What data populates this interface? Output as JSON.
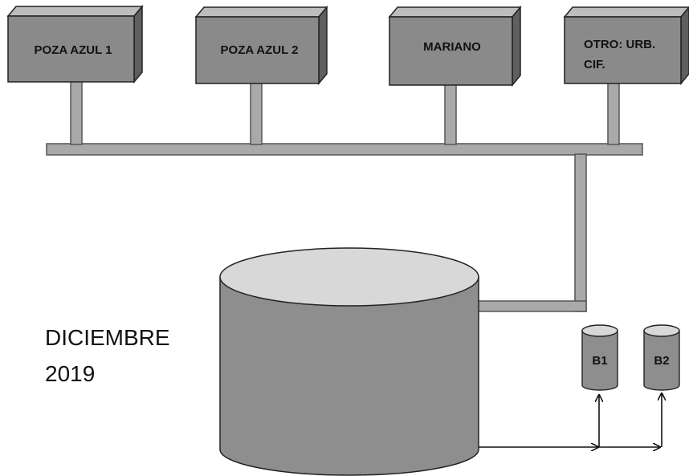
{
  "sources": [
    {
      "label_lines": [
        "POZA AZUL 1"
      ]
    },
    {
      "label_lines": [
        "POZA AZUL 2"
      ]
    },
    {
      "label_lines": [
        "MARIANO"
      ]
    },
    {
      "label_lines": [
        "OTRO: URB.",
        "CIF."
      ]
    }
  ],
  "date_label": {
    "line1": "DICIEMBRE",
    "line2": "2019"
  },
  "tanks": [
    {
      "label": "B1"
    },
    {
      "label": "B2"
    }
  ],
  "colors": {
    "box_front": "#8a8a8a",
    "box_top": "#bdbdbd",
    "box_side": "#5f5f5f",
    "pipe": "#a9a9a9",
    "pipe_edge": "#555555",
    "tank_body": "#8e8e8e",
    "tank_top": "#d8d8d8",
    "arrow": "#111111"
  }
}
